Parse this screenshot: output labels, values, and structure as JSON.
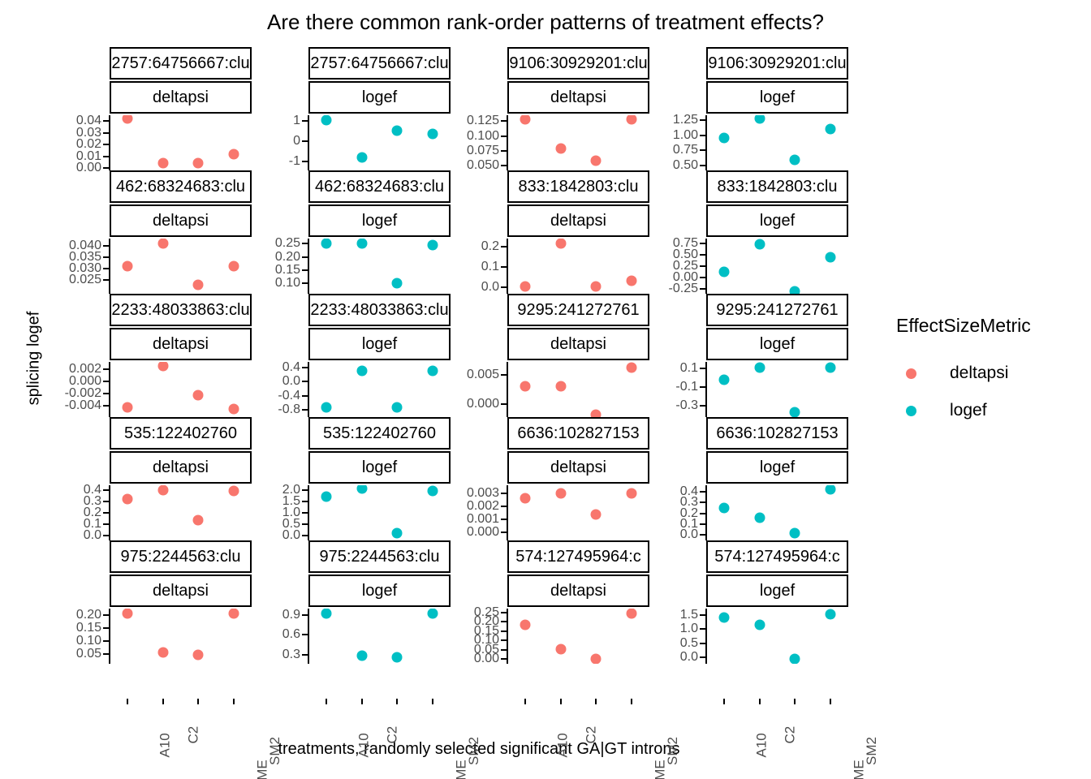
{
  "chart_data": {
    "type": "scatter",
    "title": "Are there common rank-order patterns of treatment effects?",
    "xlabel": "treatments, randomly selected significant GA|GT introns",
    "ylabel": "splicing logef",
    "categories": [
      "A10",
      "C2",
      "CUOME",
      "SM2"
    ],
    "legend": {
      "title": "EffectSizeMetric",
      "position": "right",
      "entries": [
        {
          "label": "deltapsi",
          "color": "#F8766D"
        },
        {
          "label": "logef",
          "color": "#00BFC4"
        }
      ]
    },
    "grid": false,
    "facet_rows": 5,
    "facet_cols": 4,
    "panels": [
      {
        "row": 0,
        "col": 0,
        "strip_outer": "2757:64756667:clu",
        "strip_inner": "deltapsi",
        "metric": "deltapsi",
        "ticks": [
          "0.04",
          "0.03",
          "0.02",
          "0.01",
          "0.00"
        ],
        "tickvals": [
          0.04,
          0.03,
          0.02,
          0.01,
          0.0
        ],
        "ylim": [
          -0.002,
          0.045
        ],
        "values": [
          0.042,
          0.004,
          0.004,
          0.012
        ]
      },
      {
        "row": 0,
        "col": 1,
        "strip_outer": "2757:64756667:clu",
        "strip_inner": "logef",
        "metric": "logef",
        "ticks": [
          "1",
          "0",
          "-1"
        ],
        "tickvals": [
          1,
          0,
          -1
        ],
        "ylim": [
          -1.45,
          1.3
        ],
        "values": [
          1.05,
          -0.82,
          0.55,
          0.35
        ]
      },
      {
        "row": 0,
        "col": 2,
        "strip_outer": "9106:30929201:clu",
        "strip_inner": "deltapsi",
        "metric": "deltapsi",
        "ticks": [
          "0.125",
          "0.100",
          "0.075",
          "0.050"
        ],
        "tickvals": [
          0.125,
          0.1,
          0.075,
          0.05
        ],
        "ylim": [
          0.042,
          0.135
        ],
        "values": [
          0.128,
          0.079,
          0.059,
          0.128
        ]
      },
      {
        "row": 0,
        "col": 3,
        "strip_outer": "9106:30929201:clu",
        "strip_inner": "logef",
        "metric": "logef",
        "ticks": [
          "1.25",
          "1.00",
          "0.75",
          "0.50"
        ],
        "tickvals": [
          1.25,
          1.0,
          0.75,
          0.5
        ],
        "ylim": [
          0.42,
          1.33
        ],
        "values": [
          0.95,
          1.28,
          0.6,
          1.1
        ]
      },
      {
        "row": 1,
        "col": 0,
        "strip_outer": "462:68324683:clu",
        "strip_inner": "deltapsi",
        "metric": "deltapsi",
        "ticks": [
          "0.040",
          "0.035",
          "0.030",
          "0.025"
        ],
        "tickvals": [
          0.04,
          0.035,
          0.03,
          0.025
        ],
        "ylim": [
          0.019,
          0.043
        ],
        "values": [
          0.031,
          0.041,
          0.023,
          0.031
        ]
      },
      {
        "row": 1,
        "col": 1,
        "strip_outer": "462:68324683:clu",
        "strip_inner": "logef",
        "metric": "logef",
        "ticks": [
          "0.25",
          "0.20",
          "0.15",
          "0.10"
        ],
        "tickvals": [
          0.25,
          0.2,
          0.15,
          0.1
        ],
        "ylim": [
          0.06,
          0.27
        ],
        "values": [
          0.25,
          0.25,
          0.1,
          0.245
        ]
      },
      {
        "row": 1,
        "col": 2,
        "strip_outer": "833:1842803:clu",
        "strip_inner": "deltapsi",
        "metric": "deltapsi",
        "ticks": [
          "0.2",
          "0.1",
          "0.0"
        ],
        "tickvals": [
          0.2,
          0.1,
          0.0
        ],
        "ylim": [
          -0.03,
          0.24
        ],
        "values": [
          0.005,
          0.215,
          0.005,
          0.035
        ]
      },
      {
        "row": 1,
        "col": 3,
        "strip_outer": "833:1842803:clu",
        "strip_inner": "logef",
        "metric": "logef",
        "ticks": [
          "0.75",
          "0.50",
          "0.25",
          "0.00",
          "-0.25"
        ],
        "tickvals": [
          0.75,
          0.5,
          0.25,
          0.0,
          -0.25
        ],
        "ylim": [
          -0.35,
          0.85
        ],
        "values": [
          0.12,
          0.72,
          -0.3,
          0.44
        ]
      },
      {
        "row": 2,
        "col": 0,
        "strip_outer": "2233:48033863:clu",
        "strip_inner": "deltapsi",
        "metric": "deltapsi",
        "ticks": [
          "0.002",
          "0.000",
          "-0.002",
          "-0.004"
        ],
        "tickvals": [
          0.002,
          0.0,
          -0.002,
          -0.004
        ],
        "ylim": [
          -0.0058,
          0.0032
        ],
        "values": [
          -0.0042,
          0.0025,
          -0.0022,
          -0.0045
        ]
      },
      {
        "row": 2,
        "col": 1,
        "strip_outer": "2233:48033863:clu",
        "strip_inner": "logef",
        "metric": "logef",
        "ticks": [
          "0.4",
          "0.0",
          "-0.4",
          "-0.8"
        ],
        "tickvals": [
          0.4,
          0.0,
          -0.4,
          -0.8
        ],
        "ylim": [
          -1.0,
          0.55
        ],
        "values": [
          -0.72,
          0.3,
          -0.72,
          0.3
        ]
      },
      {
        "row": 2,
        "col": 2,
        "strip_outer": "9295:241272761",
        "strip_inner": "deltapsi",
        "metric": "deltapsi",
        "ticks": [
          "0.005",
          "0.000"
        ],
        "tickvals": [
          0.005,
          0.0
        ],
        "ylim": [
          -0.0022,
          0.0072
        ],
        "values": [
          0.003,
          0.003,
          -0.0018,
          0.0062
        ]
      },
      {
        "row": 2,
        "col": 3,
        "strip_outer": "9295:241272761",
        "strip_inner": "logef",
        "metric": "logef",
        "ticks": [
          "0.1",
          "-0.1",
          "-0.3"
        ],
        "tickvals": [
          0.1,
          -0.1,
          -0.3
        ],
        "ylim": [
          -0.42,
          0.17
        ],
        "values": [
          -0.02,
          0.11,
          -0.37,
          0.11
        ]
      },
      {
        "row": 3,
        "col": 0,
        "strip_outer": "535:122402760",
        "strip_inner": "deltapsi",
        "metric": "deltapsi",
        "ticks": [
          "0.4",
          "0.3",
          "0.2",
          "0.1",
          "0.0"
        ],
        "tickvals": [
          0.4,
          0.3,
          0.2,
          0.1,
          0.0
        ],
        "ylim": [
          -0.04,
          0.44
        ],
        "values": [
          0.32,
          0.4,
          0.14,
          0.39
        ]
      },
      {
        "row": 3,
        "col": 1,
        "strip_outer": "535:122402760",
        "strip_inner": "logef",
        "metric": "logef",
        "ticks": [
          "2.0",
          "1.5",
          "1.0",
          "0.5",
          "0.0"
        ],
        "tickvals": [
          2.0,
          1.5,
          1.0,
          0.5,
          0.0
        ],
        "ylim": [
          -0.2,
          2.2
        ],
        "values": [
          1.72,
          2.05,
          0.12,
          1.95
        ]
      },
      {
        "row": 3,
        "col": 2,
        "strip_outer": "6636:102827153",
        "strip_inner": "deltapsi",
        "metric": "deltapsi",
        "ticks": [
          "0.003",
          "0.002",
          "0.001",
          "0.000"
        ],
        "tickvals": [
          0.003,
          0.002,
          0.001,
          0.0
        ],
        "ylim": [
          -0.0006,
          0.0036
        ],
        "values": [
          0.0026,
          0.003,
          0.0014,
          0.003
        ]
      },
      {
        "row": 3,
        "col": 3,
        "strip_outer": "6636:102827153",
        "strip_inner": "logef",
        "metric": "logef",
        "ticks": [
          "0.4",
          "0.3",
          "0.2",
          "0.1",
          "0.0"
        ],
        "tickvals": [
          0.4,
          0.3,
          0.2,
          0.1,
          0.0
        ],
        "ylim": [
          -0.05,
          0.46
        ],
        "values": [
          0.25,
          0.16,
          0.02,
          0.42
        ]
      },
      {
        "row": 4,
        "col": 0,
        "strip_outer": "975:2244563:clu",
        "strip_inner": "deltapsi",
        "metric": "deltapsi",
        "ticks": [
          "0.20",
          "0.15",
          "0.10",
          "0.05"
        ],
        "tickvals": [
          0.2,
          0.15,
          0.1,
          0.05
        ],
        "ylim": [
          0.012,
          0.225
        ],
        "values": [
          0.205,
          0.055,
          0.048,
          0.205
        ]
      },
      {
        "row": 4,
        "col": 1,
        "strip_outer": "975:2244563:clu",
        "strip_inner": "logef",
        "metric": "logef",
        "ticks": [
          "0.9",
          "0.6",
          "0.3"
        ],
        "tickvals": [
          0.9,
          0.6,
          0.3
        ],
        "ylim": [
          0.16,
          1.0
        ],
        "values": [
          0.92,
          0.28,
          0.26,
          0.92
        ]
      },
      {
        "row": 4,
        "col": 2,
        "strip_outer": "574:127495964:c",
        "strip_inner": "deltapsi",
        "metric": "deltapsi",
        "ticks": [
          "0.25",
          "0.20",
          "0.15",
          "0.10",
          "0.05",
          "0.00"
        ],
        "tickvals": [
          0.25,
          0.2,
          0.15,
          0.1,
          0.05,
          0.0
        ],
        "ylim": [
          -0.025,
          0.27
        ],
        "values": [
          0.185,
          0.055,
          0.0,
          0.245
        ]
      },
      {
        "row": 4,
        "col": 3,
        "strip_outer": "574:127495964:c",
        "strip_inner": "logef",
        "metric": "logef",
        "ticks": [
          "1.5",
          "1.0",
          "0.5",
          "0.0"
        ],
        "tickvals": [
          1.5,
          1.0,
          0.5,
          0.0
        ],
        "ylim": [
          -0.22,
          1.72
        ],
        "values": [
          1.4,
          1.15,
          -0.05,
          1.52
        ]
      }
    ]
  }
}
